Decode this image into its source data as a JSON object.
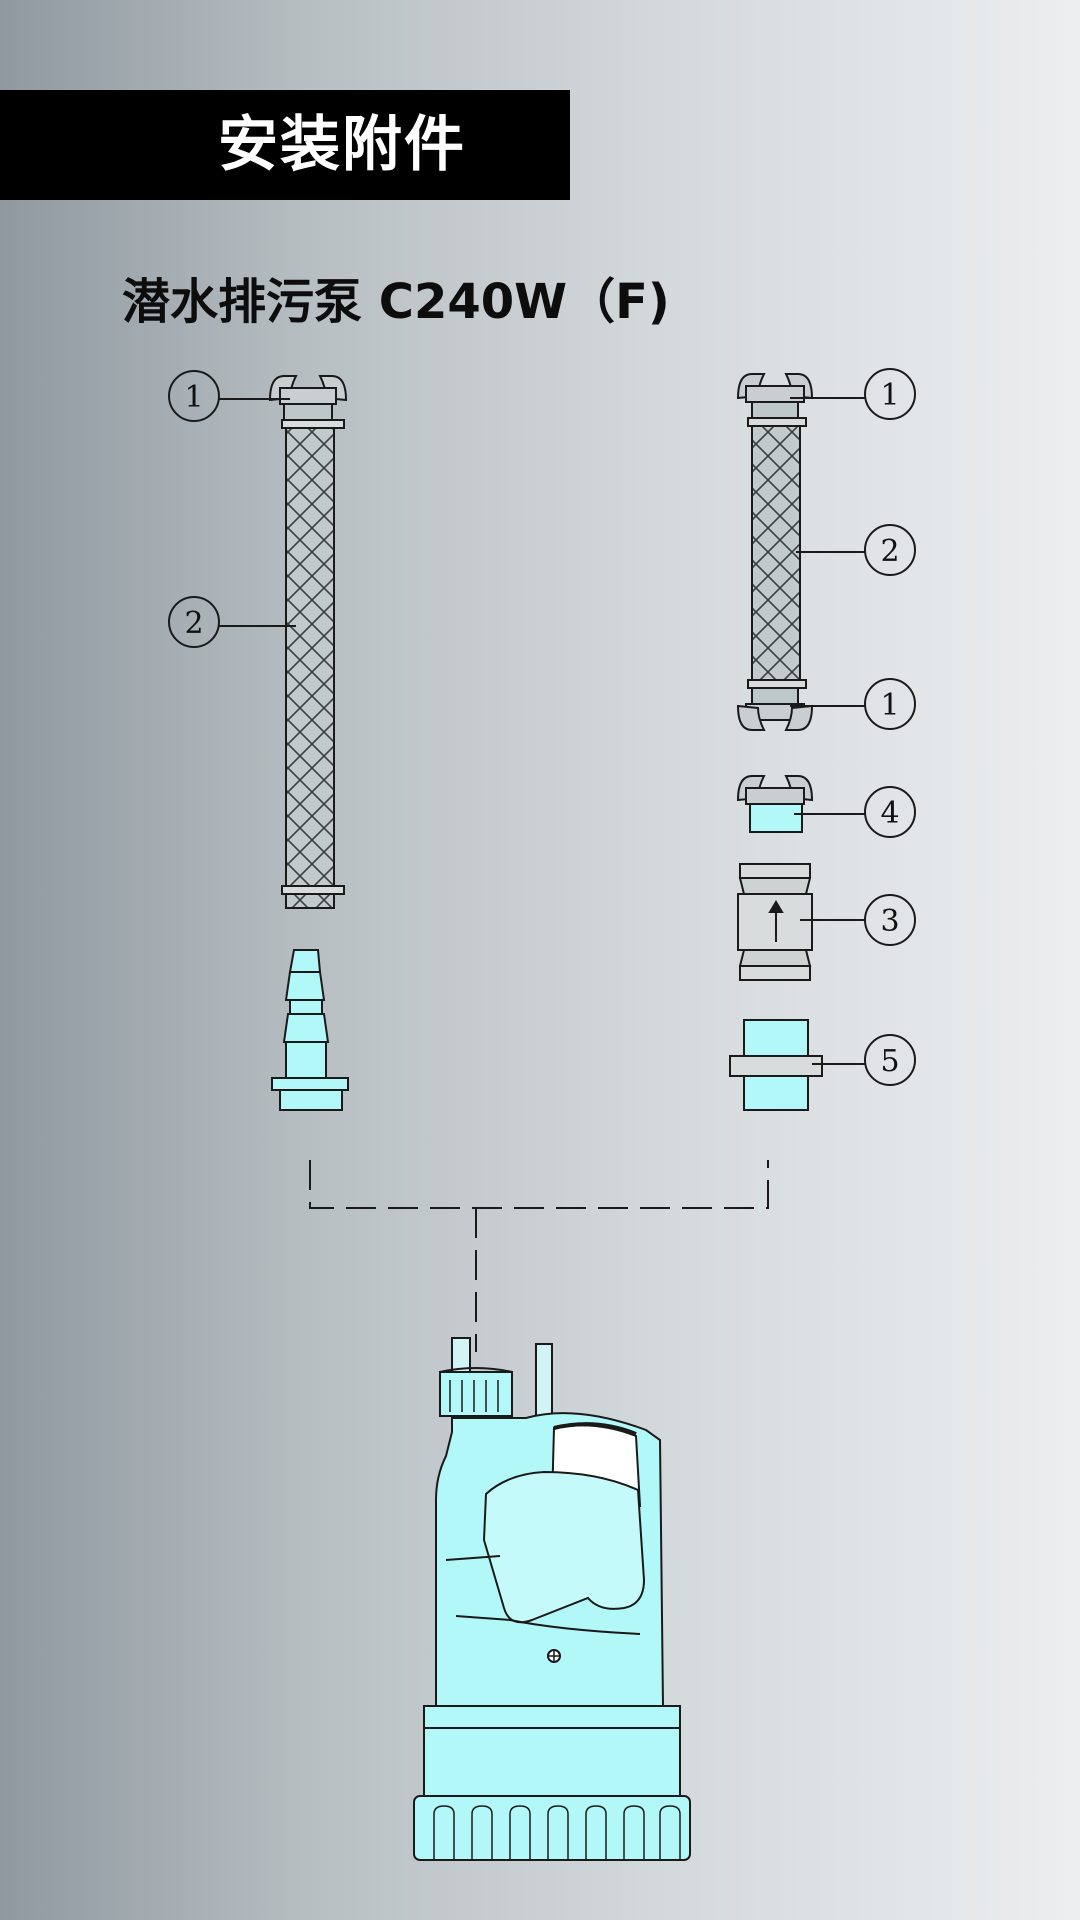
{
  "header": {
    "title": "安装附件"
  },
  "product": {
    "title": "潜水排污泵 C240W（F)"
  },
  "callouts": {
    "left_top": "1",
    "left_hose": "2",
    "right_top": "1",
    "right_hose": "2",
    "right_bottom": "1",
    "right_coupling": "4",
    "right_valve": "3",
    "right_nipple": "5"
  },
  "colors": {
    "header_bar": "#000000",
    "header_text": "#ffffff",
    "pump_body": "#b3f8f8",
    "fitting_fill": "#b3f8f8",
    "hose_mesh": "#bfc8c8",
    "line": "#1a1a1a"
  }
}
